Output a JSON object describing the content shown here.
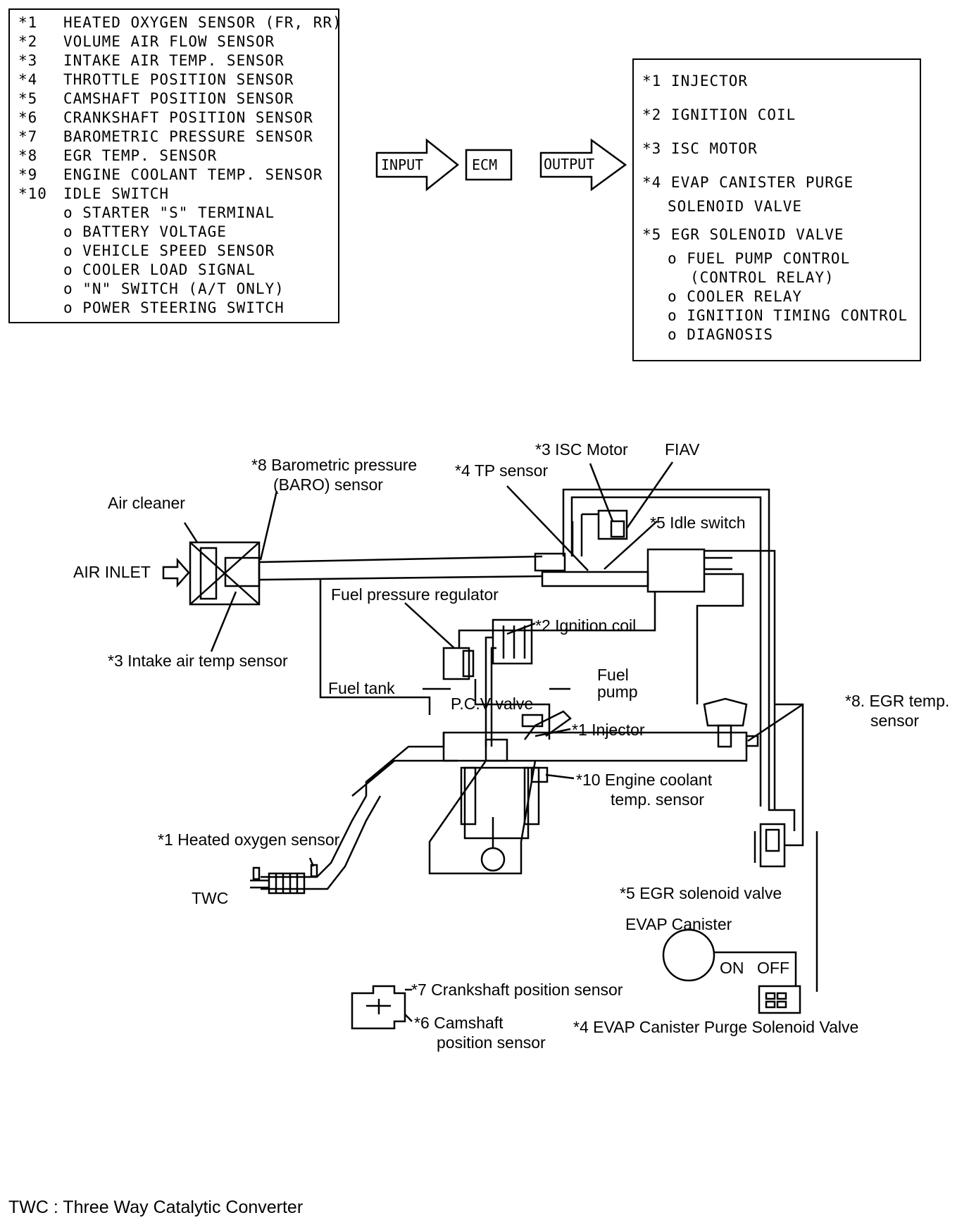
{
  "inputs": [
    {
      "num": "*1",
      "text": "HEATED OXYGEN SENSOR (FR, RR)"
    },
    {
      "num": "*2",
      "text": "VOLUME AIR FLOW SENSOR"
    },
    {
      "num": "*3",
      "text": "INTAKE AIR TEMP. SENSOR"
    },
    {
      "num": "*4",
      "text": "THROTTLE POSITION SENSOR"
    },
    {
      "num": "*5",
      "text": "CAMSHAFT POSITION SENSOR"
    },
    {
      "num": "*6",
      "text": "CRANKSHAFT POSITION SENSOR"
    },
    {
      "num": "*7",
      "text": "BAROMETRIC PRESSURE SENSOR"
    },
    {
      "num": "*8",
      "text": "EGR TEMP. SENSOR"
    },
    {
      "num": "*9",
      "text": "ENGINE COOLANT TEMP. SENSOR"
    },
    {
      "num": "*10",
      "text": "IDLE SWITCH"
    },
    {
      "num": "",
      "text": "o  STARTER \"S\" TERMINAL"
    },
    {
      "num": "",
      "text": "o  BATTERY VOLTAGE"
    },
    {
      "num": "",
      "text": "o  VEHICLE SPEED SENSOR"
    },
    {
      "num": "",
      "text": "o  COOLER LOAD SIGNAL"
    },
    {
      "num": "",
      "text": "o  \"N\" SWITCH (A/T ONLY)"
    },
    {
      "num": "",
      "text": "o  POWER STEERING SWITCH"
    }
  ],
  "flow": {
    "input": "INPUT",
    "ecm": "ECM",
    "output": "OUTPUT"
  },
  "outputs": [
    "*1 INJECTOR",
    "*2 IGNITION COIL",
    "*3 ISC MOTOR",
    "*4 EVAP CANISTER PURGE",
    "SOLENOID VALVE",
    "*5 EGR SOLENOID VALVE",
    "o  FUEL PUMP CONTROL",
    "(CONTROL RELAY)",
    "o  COOLER RELAY",
    "o  IGNITION TIMING CONTROL",
    "o  DIAGNOSIS"
  ],
  "labels": {
    "air_cleaner": "Air cleaner",
    "air_inlet": "AIR INLET",
    "baro_1": "*8 Barometric pressure",
    "baro_2": "(BARO) sensor",
    "tp_sensor": "*4 TP sensor",
    "isc_motor": "*3 ISC Motor",
    "fiav": "FIAV",
    "idle_switch": "*5 Idle switch",
    "fuel_pressure_regulator": "Fuel pressure regulator",
    "ignition_coil": "*2 Ignition coil",
    "intake_air_temp": "*3 Intake air temp sensor",
    "fuel_tank": "Fuel tank",
    "fuel_pump_1": "Fuel",
    "fuel_pump_2": "pump",
    "pcv_valve": "P.C.V valve",
    "injector": "*1 Injector",
    "egr_temp_1": "*8. EGR temp.",
    "egr_temp_2": "sensor",
    "coolant_1": "*10 Engine coolant",
    "coolant_2": "temp. sensor",
    "heated_o2": "*1 Heated oxygen sensor",
    "twc": "TWC",
    "egr_solenoid": "*5 EGR solenoid valve",
    "evap_canister": "EVAP Canister",
    "on": "ON",
    "off": "OFF",
    "crank_sensor": "*7 Crankshaft position sensor",
    "cam_sensor_1": "*6 Camshaft",
    "cam_sensor_2": "position sensor",
    "evap_purge": "*4 EVAP Canister Purge Solenoid Valve"
  },
  "footnote": "TWC : Three Way Catalytic Converter"
}
